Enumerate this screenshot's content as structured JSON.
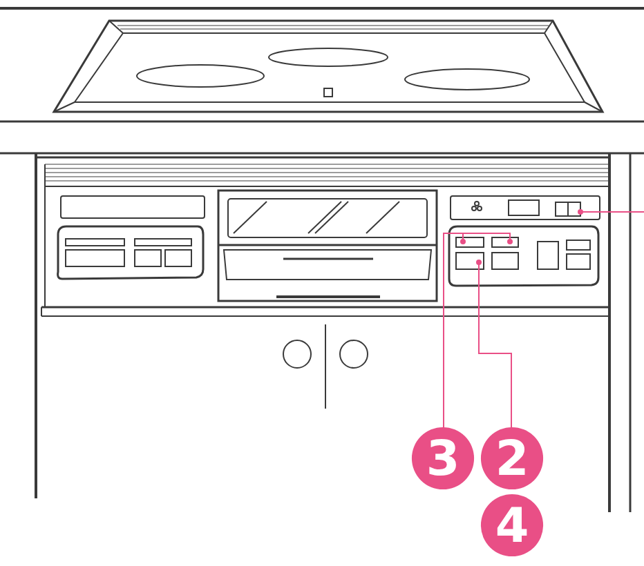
{
  "diagram": {
    "nodes": [
      {
        "text": [
          "3"
        ]
      },
      {
        "text": [
          "2"
        ]
      },
      {
        "text": [
          "4"
        ]
      }
    ]
  }
}
